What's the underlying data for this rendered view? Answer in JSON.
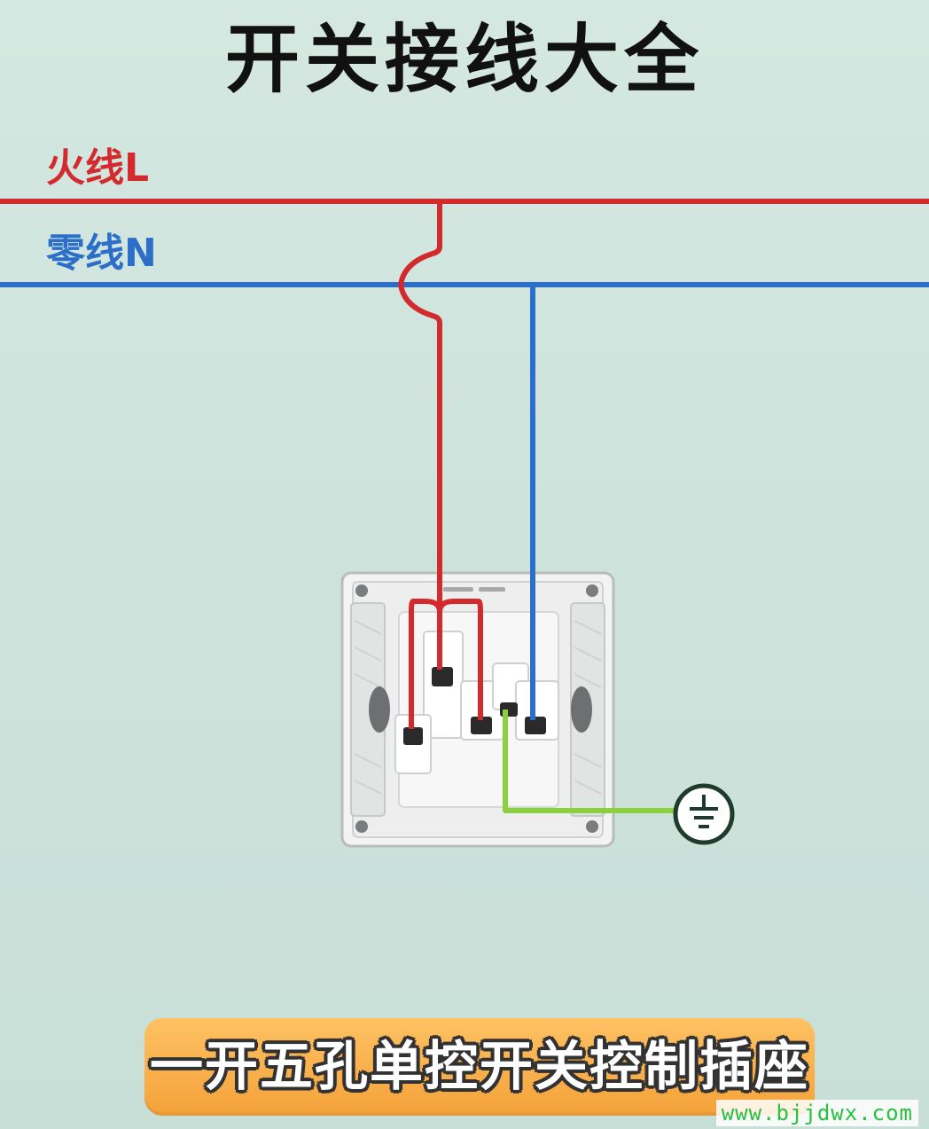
{
  "title": "开关接线大全",
  "wires": {
    "live_label": "火线L",
    "neutral_label": "零线N",
    "live_color": "#d32a2e",
    "neutral_color": "#2c6fc9",
    "ground_color": "#8bd13f"
  },
  "device": {
    "type": "one-gang switch + five-hole socket",
    "ground_symbol": "ground-symbol-icon"
  },
  "caption": "一开五孔单控开关控制插座",
  "watermark": "www.bjjdwx.com"
}
